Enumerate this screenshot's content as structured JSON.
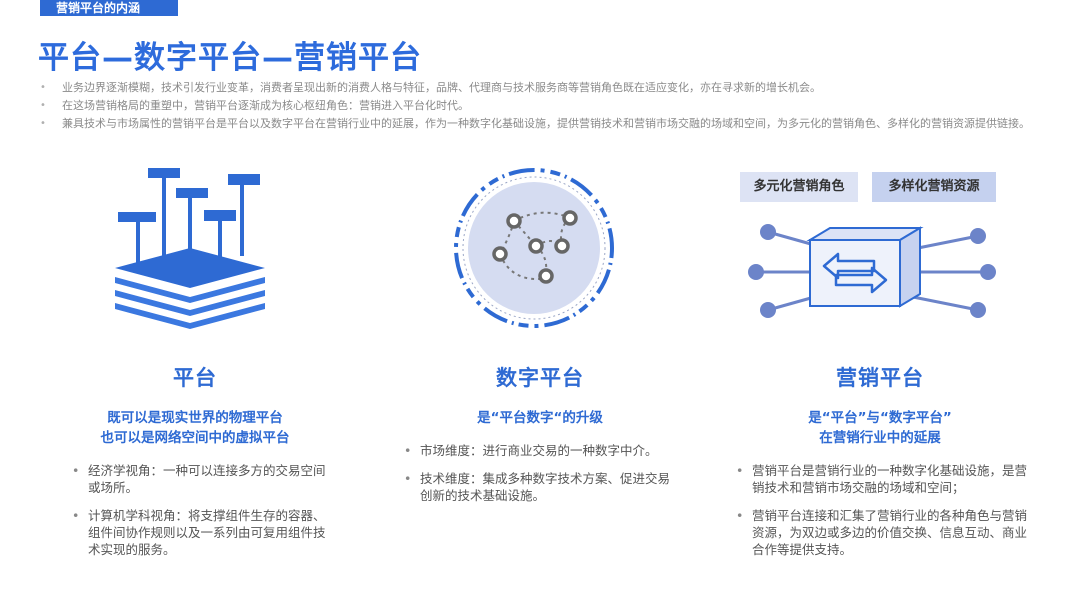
{
  "header": {
    "tag": "营销平台的内涵",
    "title": "平台—数字平台—营销平台"
  },
  "intro": [
    "业务边界逐渐模糊，技术引发行业变革，消费者呈现出新的消费人格与特征，品牌、代理商与技术服务商等营销角色既在适应变化，亦在寻求新的增长机会。",
    "在这场营销格局的重塑中，营销平台逐渐成为核心枢纽角色：营销进入平台化时代。",
    "兼具技术与市场属性的营销平台是平台以及数字平台在营销行业中的延展，作为一种数字化基础设施，提供营销技术和营销市场交融的场域和空间，为多元化的营销角色、多样化的营销资源提供链接。"
  ],
  "columns": [
    {
      "title": "平台",
      "subtitle": [
        "既可以是现实世界的物理平台",
        "也可以是网络空间中的虚拟平台"
      ],
      "bullets": [
        "经济学视角：一种可以连接多方的交易空间或场所。",
        "计算机学科视角：将支撑组件生存的容器、组件间协作规则以及一系列由可复用组件技术实现的服务。"
      ]
    },
    {
      "title": "数字平台",
      "subtitle": [
        "是“平台数字“的升级"
      ],
      "bullets": [
        "市场维度：进行商业交易的一种数字中介。",
        "技术维度：集成多种数字技术方案、促进交易创新的技术基础设施。"
      ]
    },
    {
      "title": "营销平台",
      "subtitle": [
        "是“平台”与“数字平台”",
        "在营销行业中的延展"
      ],
      "bullets": [
        "营销平台是营销行业的一种数字化基础设施，是营销技术和营销市场交融的场域和空间；",
        "营销平台连接和汇集了营销行业的各种角色与营销资源，为双边或多边的价值交换、信息互动、商业合作等提供支持。"
      ]
    }
  ],
  "badges": {
    "roles": "多元化营销角色",
    "resources": "多样化营销资源"
  },
  "colors": {
    "accent": "#2e6ad3",
    "light": "#dde4f5",
    "intro_text": "#8a8a8a"
  },
  "icons": [
    "platform-layers-icon",
    "digital-network-icon",
    "marketing-connector-icon",
    "arrow-exchange-icon"
  ]
}
